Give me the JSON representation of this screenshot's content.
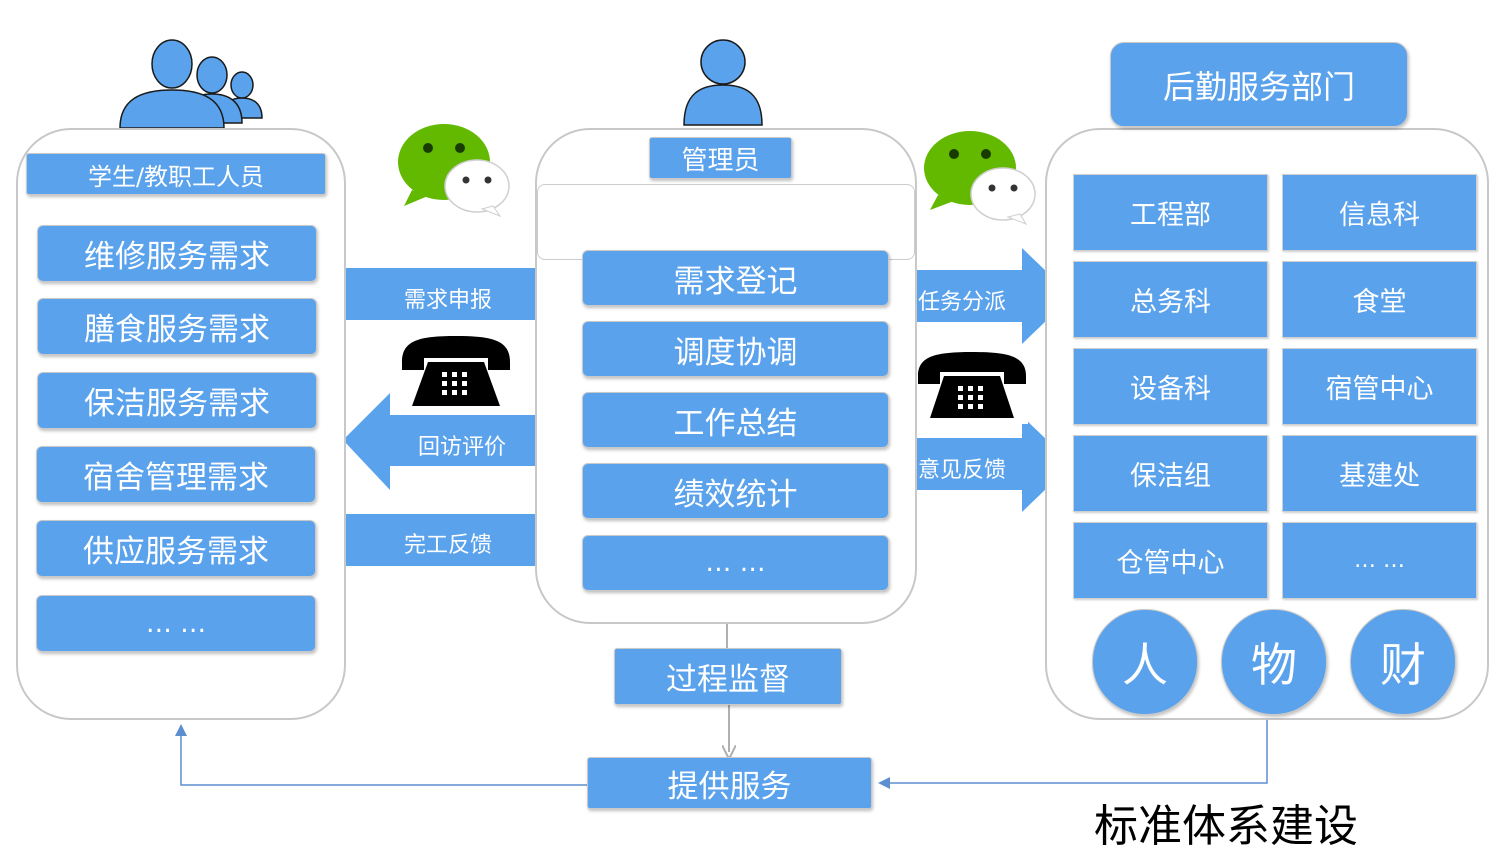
{
  "left": {
    "header": "学生/教职工人员",
    "items": [
      "维修服务需求",
      "膳食服务需求",
      "保洁服务需求",
      "宿舍管理需求",
      "供应服务需求",
      "… …"
    ]
  },
  "middle": {
    "header": "管理员",
    "items": [
      "需求登记",
      "调度协调",
      "工作总结",
      "绩效统计",
      "… …"
    ]
  },
  "right": {
    "header": "后勤服务部门",
    "departments": [
      "工程部",
      "信息科",
      "总务科",
      "食堂",
      "设备科",
      "宿管中心",
      "保洁组",
      "基建处",
      "仓管中心",
      "… …"
    ],
    "resources": [
      "人",
      "物",
      "财"
    ]
  },
  "arrows": {
    "report": "需求申报",
    "revisit": "回访评价",
    "complete": "完工反馈",
    "dispatch": "任务分派",
    "feedback": "意见反馈"
  },
  "process": {
    "supervision": "过程监督",
    "service": "提供服务"
  },
  "footer": "标准体系建设",
  "colors": {
    "box_fill": "#5aa2ec",
    "arrow_fill": "#5aa2ec",
    "wechat_green": "#62b900",
    "phone": "#000000"
  },
  "icons": [
    "people-group-icon",
    "person-icon",
    "wechat-icon",
    "telephone-icon"
  ]
}
